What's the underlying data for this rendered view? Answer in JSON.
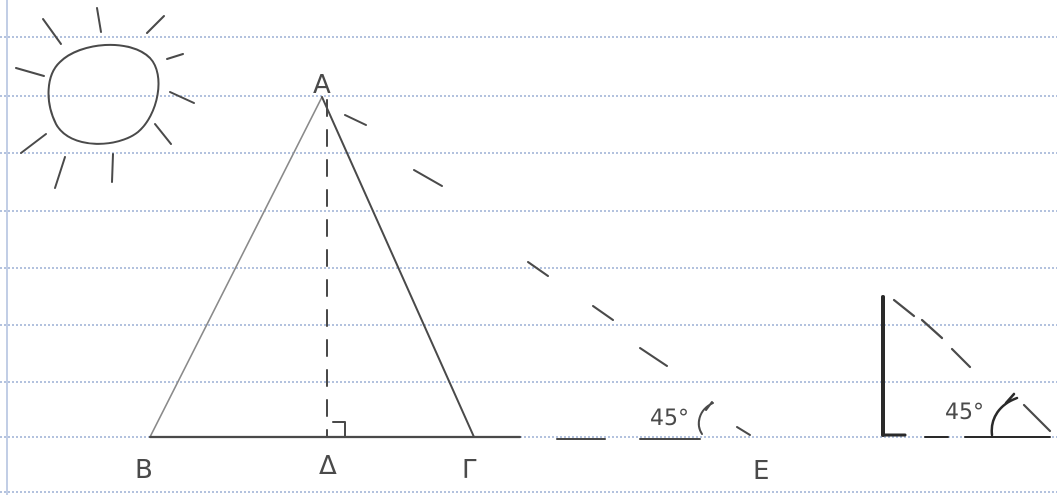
{
  "labels": {
    "apex": "A",
    "left_base": "B",
    "foot": "Δ",
    "right_base": "Γ",
    "shadow_end": "E"
  },
  "angles": {
    "shadow_angle": "45°",
    "stick_angle": "45°"
  },
  "colors": {
    "paper": "#ffffff",
    "rule_line": "#9aaed4",
    "pencil": "#4a4a4a",
    "dark_pencil": "#2a2a2a"
  }
}
